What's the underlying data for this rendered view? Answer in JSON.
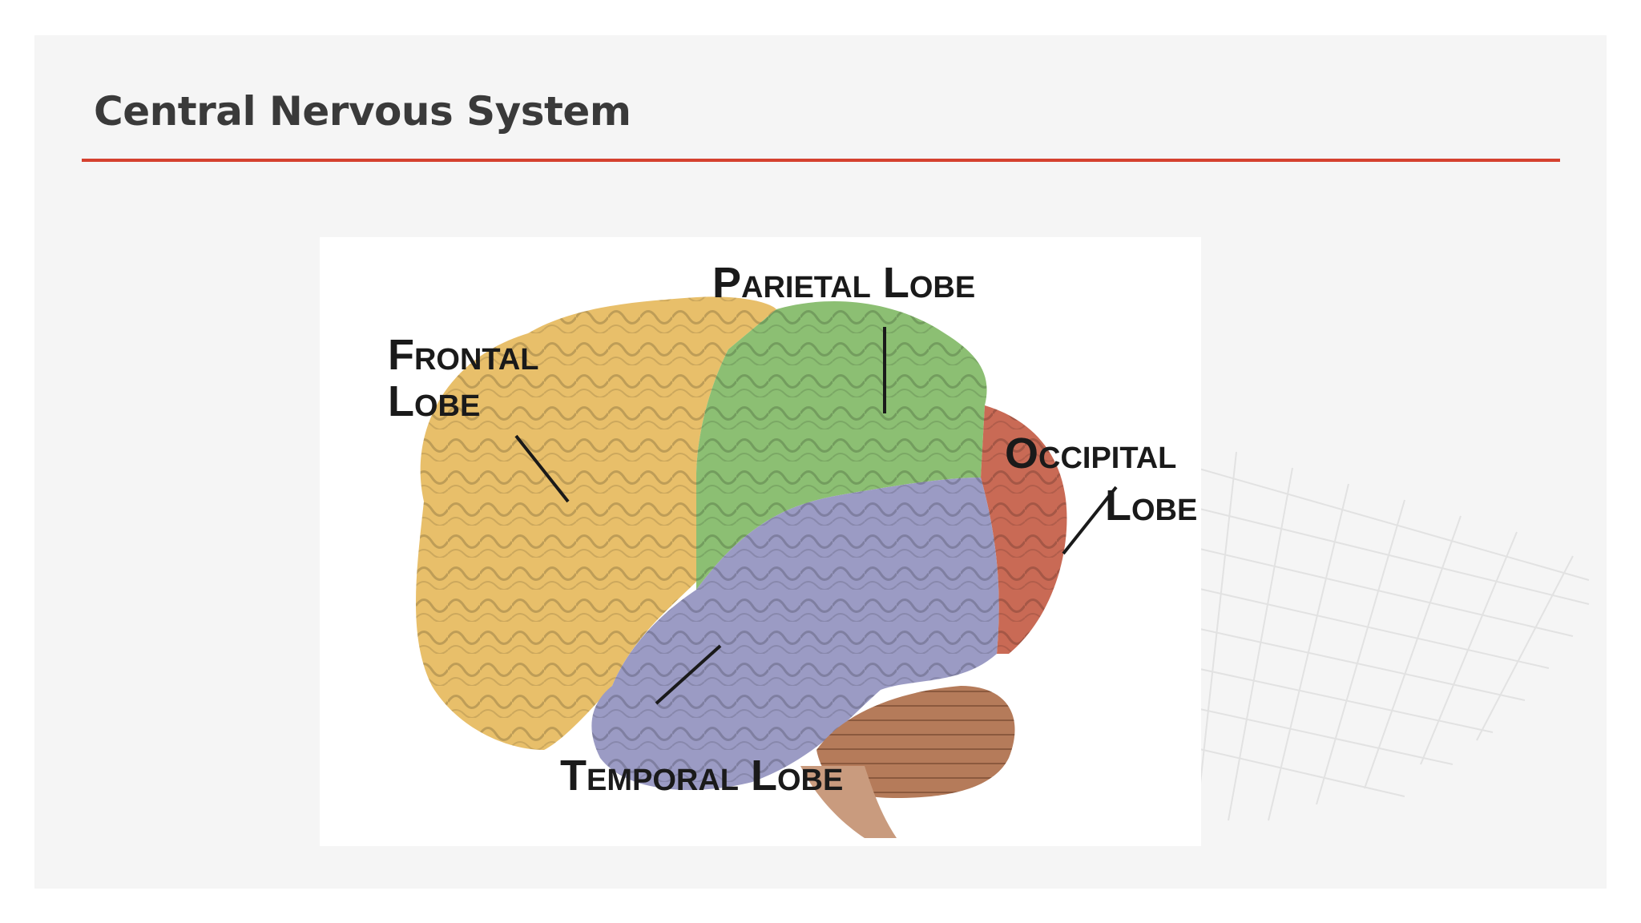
{
  "slide": {
    "title": "Central Nervous System",
    "accent_color": "#d5412f"
  },
  "diagram": {
    "labels": {
      "parietal": "Parietal Lobe",
      "frontal_line1": "Frontal",
      "frontal_line2": "Lobe",
      "occipital_line1": "Occipital",
      "occipital_line2": "Lobe",
      "temporal": "Temporal Lobe"
    },
    "lobe_colors": {
      "frontal": "#e8bf6a",
      "parietal": "#8cbf73",
      "occipital": "#c96a55",
      "temporal": "#9b9bc4",
      "cerebellum": "#b57b5a"
    }
  }
}
